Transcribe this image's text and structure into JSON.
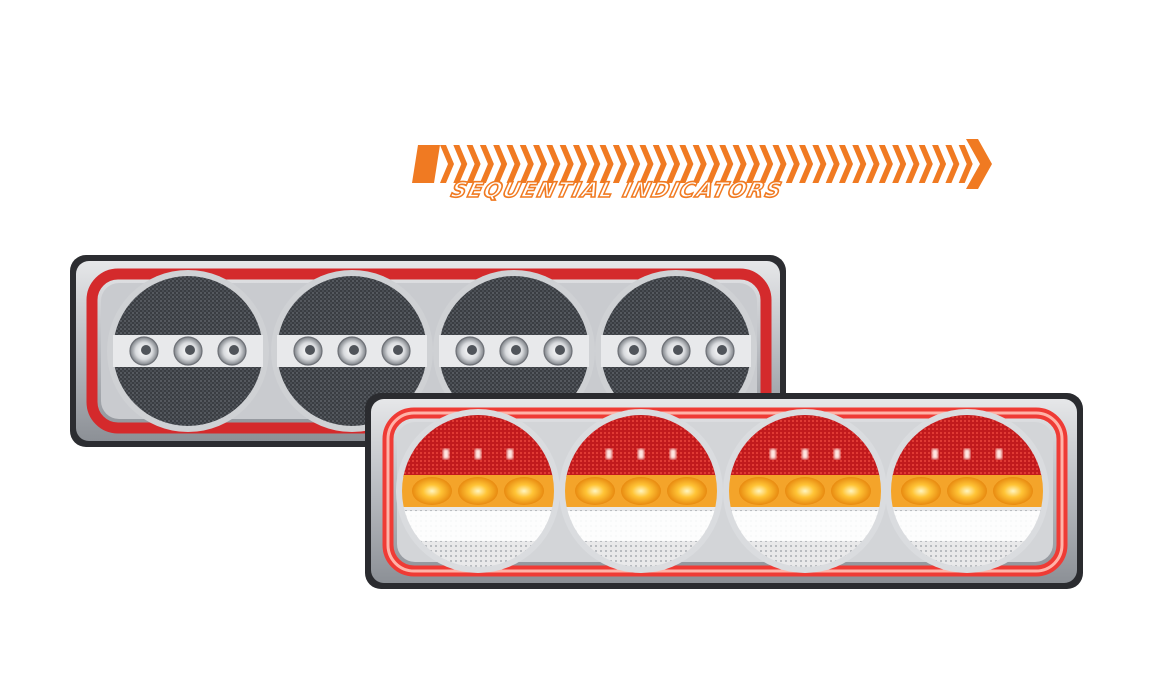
{
  "banner": {
    "text": "SEQUENTIAL INDICATORS",
    "color": "#f07a22"
  },
  "lamps": [
    {
      "name": "unlit",
      "modules": 4,
      "ring_color": "#d42a2c"
    },
    {
      "name": "lit",
      "modules": 4,
      "ring_color": "#e8342f",
      "colors": {
        "stop": "#cc1418",
        "indicator": "#f7a81c",
        "reverse": "#ffffff"
      }
    }
  ]
}
